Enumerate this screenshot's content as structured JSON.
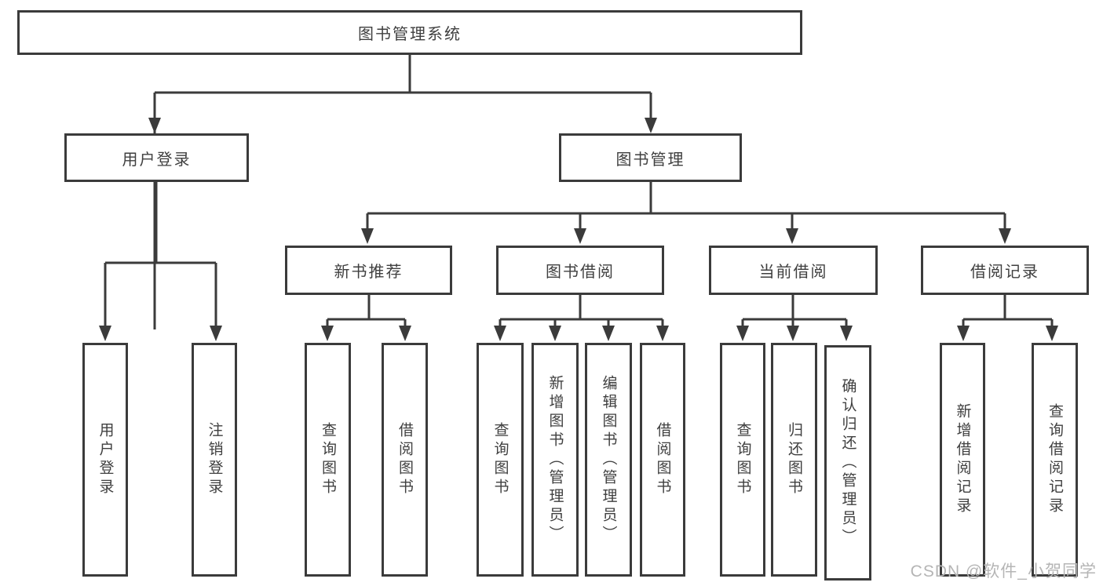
{
  "diagram": {
    "root": {
      "label": "图书管理系统"
    },
    "user_branch": {
      "label": "用户登录",
      "children": [
        {
          "label": "用户登录"
        },
        {
          "label": "注销登录"
        }
      ]
    },
    "book_branch": {
      "label": "图书管理",
      "sections": [
        {
          "label": "新书推荐",
          "children": [
            {
              "label": "查询图书"
            },
            {
              "label": "借阅图书"
            }
          ]
        },
        {
          "label": "图书借阅",
          "children": [
            {
              "label": "查询图书"
            },
            {
              "label": "新增图书（管理员）"
            },
            {
              "label": "编辑图书（管理员）"
            },
            {
              "label": "借阅图书"
            }
          ]
        },
        {
          "label": "当前借阅",
          "children": [
            {
              "label": "查询图书"
            },
            {
              "label": "归还图书"
            },
            {
              "label": "确认归还（管理员）"
            }
          ]
        },
        {
          "label": "借阅记录",
          "children": [
            {
              "label": "新增借阅记录"
            },
            {
              "label": "查询借阅记录"
            }
          ]
        }
      ]
    }
  },
  "watermark": {
    "text": "CSDN @软件_小贺同学"
  },
  "colors": {
    "line": "#3b3b3b",
    "text": "#3f3f3f",
    "background": "#ffffff",
    "watermark": "#b5b5b5"
  }
}
